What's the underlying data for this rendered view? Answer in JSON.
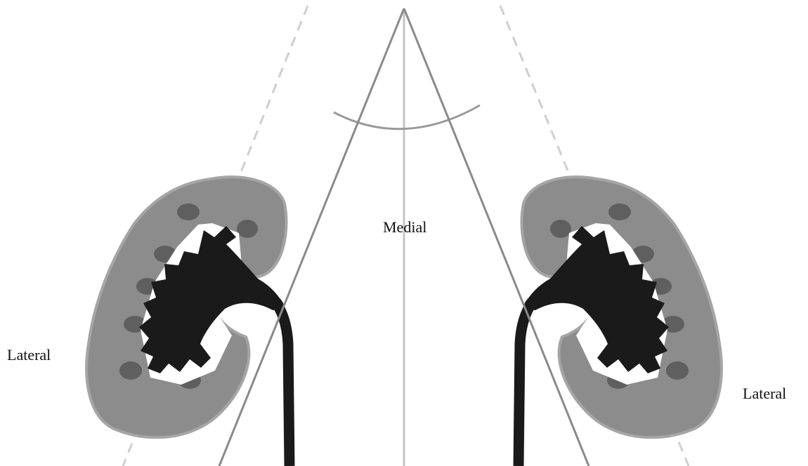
{
  "labels": {
    "medial": "Medial",
    "lateral_left": "Lateral",
    "lateral_right": "Lateral"
  },
  "colors": {
    "background": "#ffffff",
    "kidney_cortex": "#8c8c8c",
    "kidney_outline": "#a5a5a5",
    "pyramid": "#5f5f5f",
    "collecting_system": "#1a1a1a",
    "calyx_cup": "#ffffff",
    "guide_line": "#8a8a8a",
    "dashed_line": "#cfcfcf",
    "midline": "#c4c4c4",
    "text": "#111111"
  }
}
